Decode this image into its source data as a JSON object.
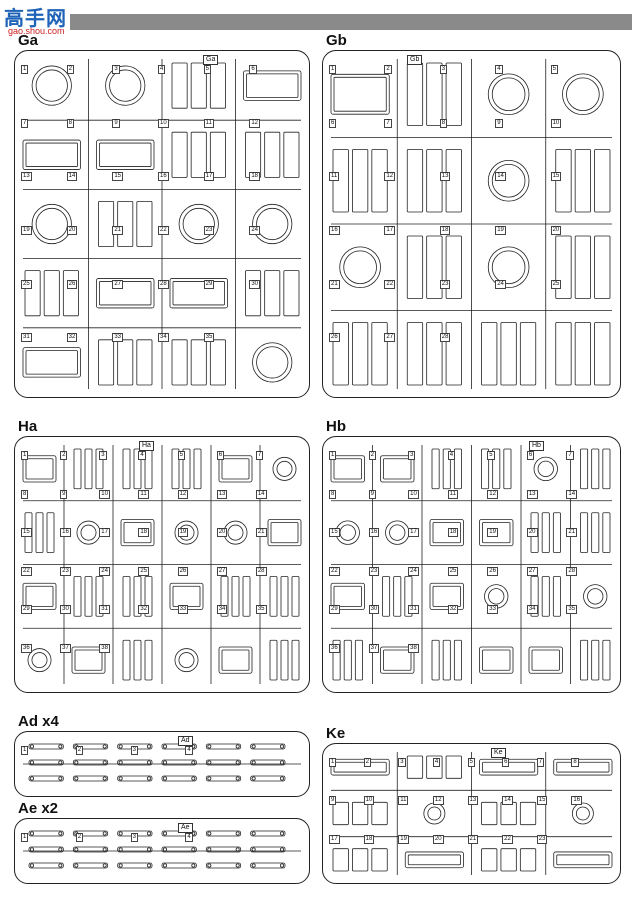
{
  "watermark": {
    "site_name": "高手网",
    "url": "gao.shou.com"
  },
  "sprues": [
    {
      "id": "Ga",
      "title": "Ga",
      "tag": "Ga"
    },
    {
      "id": "Gb",
      "title": "Gb",
      "tag": "Gb"
    },
    {
      "id": "Ha",
      "title": "Ha",
      "tag": "Ha"
    },
    {
      "id": "Hb",
      "title": "Hb",
      "tag": "Hb"
    },
    {
      "id": "Ad",
      "title": "Ad x4",
      "tag": "Ad"
    },
    {
      "id": "Ae",
      "title": "Ae x2",
      "tag": "Ae"
    },
    {
      "id": "Ke",
      "title": "Ke",
      "tag": "Ke"
    }
  ],
  "part_numbers": {
    "Ga": [
      "1",
      "2",
      "3",
      "4",
      "5",
      "6",
      "7",
      "8",
      "9",
      "10",
      "11",
      "12",
      "13",
      "14",
      "15",
      "16",
      "17",
      "18",
      "19",
      "20",
      "21",
      "22",
      "23",
      "24",
      "25",
      "26",
      "27",
      "28",
      "29",
      "30",
      "31",
      "32",
      "33",
      "34",
      "35"
    ],
    "Gb": [
      "1",
      "2",
      "3",
      "4",
      "5",
      "6",
      "7",
      "8",
      "9",
      "10",
      "11",
      "12",
      "13",
      "14",
      "15",
      "16",
      "17",
      "18",
      "19",
      "20",
      "21",
      "22",
      "23",
      "24",
      "25",
      "26",
      "27",
      "28"
    ],
    "Ha": [
      "1",
      "2",
      "3",
      "4",
      "5",
      "6",
      "7",
      "8",
      "9",
      "10",
      "11",
      "12",
      "13",
      "14",
      "15",
      "16",
      "17",
      "18",
      "19",
      "20",
      "21",
      "22",
      "23",
      "24",
      "25",
      "26",
      "27",
      "28",
      "29",
      "30",
      "31",
      "32",
      "33",
      "34",
      "35",
      "36",
      "37",
      "38"
    ],
    "Hb": [
      "1",
      "2",
      "3",
      "4",
      "5",
      "6",
      "7",
      "8",
      "9",
      "10",
      "11",
      "12",
      "13",
      "14",
      "15",
      "16",
      "17",
      "18",
      "19",
      "20",
      "21",
      "22",
      "23",
      "24",
      "25",
      "26",
      "27",
      "28",
      "29",
      "30",
      "31",
      "32",
      "33",
      "34",
      "35",
      "36",
      "37",
      "38"
    ],
    "Ad": [
      "1",
      "2",
      "3",
      "4"
    ],
    "Ae": [
      "1",
      "2",
      "3",
      "4"
    ],
    "Ke": [
      "1",
      "2",
      "3",
      "4",
      "5",
      "6",
      "7",
      "8",
      "9",
      "10",
      "11",
      "12",
      "13",
      "14",
      "15",
      "16",
      "17",
      "18",
      "19",
      "20",
      "21",
      "22",
      "23"
    ]
  },
  "colors": {
    "line": "#222222",
    "header_bar": "#8a8a8a",
    "logo_blue": "#1e63b8",
    "logo_red": "#cc1f1f"
  }
}
